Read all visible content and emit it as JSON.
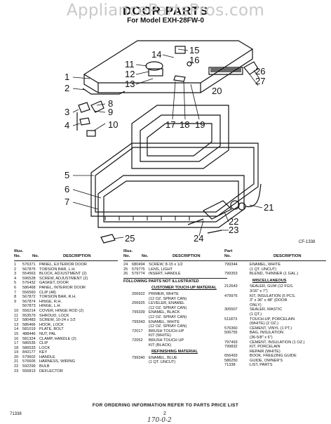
{
  "watermark": "AppliancePartsPros.com",
  "header": {
    "title": "DOOR PARTS",
    "subtitle": "For Model EXH-28FW-0"
  },
  "diagram": {
    "figure_code": "CF-1338",
    "callouts": [
      "1",
      "2",
      "3",
      "4",
      "5",
      "6",
      "7",
      "8",
      "9",
      "10",
      "11",
      "12",
      "13",
      "14",
      "15",
      "16",
      "17",
      "18",
      "19",
      "20",
      "21",
      "22",
      "23",
      "24",
      "25",
      "26",
      "27"
    ]
  },
  "table_headers": {
    "ill": "Illus.",
    "no": "No.",
    "part": "Part",
    "part_no": "No.",
    "desc": "DESCRIPTION"
  },
  "parts_col1": [
    {
      "k": "1",
      "p": "576371",
      "d": "PANEL, EXTERIOR DOOR"
    },
    {
      "k": "2",
      "p": "567875",
      "d": "TORSION BAR, L.H."
    },
    {
      "k": "3",
      "p": "554563",
      "d": "BLOCK, ADJUSTMENT (2)"
    },
    {
      "k": "4",
      "p": "596528",
      "d": "SCREW, ADJUSTMENT (2)"
    },
    {
      "k": "5",
      "p": "576432",
      "d": "GASKET, DOOR"
    },
    {
      "k": "6",
      "p": "586468",
      "d": "PANEL, INTERIOR DOOR"
    },
    {
      "k": "7",
      "p": "556560",
      "d": "CLIP (48)"
    },
    {
      "k": "8",
      "p": "567872",
      "d": "TORSION BAR, R.H."
    },
    {
      "k": "9",
      "p": "567874",
      "d": "HINGE, R.H."
    },
    {
      "k": "",
      "p": "567873",
      "d": "HINGE, L.H."
    },
    {
      "k": "10",
      "p": "556214",
      "d": "COVER, HINGE ROD (2)"
    },
    {
      "k": "11",
      "p": "553579",
      "d": "SHROUD, LOCK"
    },
    {
      "k": "12",
      "p": "580483",
      "d": "SCREW, 10-24 x 1/2"
    },
    {
      "k": "13",
      "p": "586466",
      "d": "HOOK, LOCK"
    },
    {
      "k": "14",
      "p": "581019",
      "d": "PLATE, BOLT"
    },
    {
      "k": "15",
      "p": "488446",
      "d": "NUT, PAL"
    },
    {
      "k": "16",
      "p": "581324",
      "d": "CLAMP, HANDLE (2)"
    },
    {
      "k": "17",
      "p": "586535",
      "d": "CLIP"
    },
    {
      "k": "18",
      "p": "586533",
      "d": "LOCK"
    },
    {
      "k": "19",
      "p": "843177",
      "d": "KEY"
    },
    {
      "k": "20",
      "p": "579602",
      "d": "HANDLE"
    },
    {
      "k": "21",
      "p": "576605",
      "d": "HARNESS, WIRING"
    },
    {
      "k": "22",
      "p": "592299",
      "d": "BULB"
    },
    {
      "k": "23",
      "p": "556813",
      "d": "DEFLECTOR"
    }
  ],
  "parts_col2": [
    {
      "k": "24",
      "p": "680494",
      "d": "SCREW, 8-15 x 1/2"
    },
    {
      "k": "25",
      "p": "579775",
      "d": "LENS, LIGHT"
    },
    {
      "k": "26",
      "p": "579774",
      "d": "INSERT, HANDLE"
    }
  ],
  "not_illustrated": "FOLLOWING PARTS NOT ILLUSTRATED",
  "section_touchup": "CUSTOMER TOUCH-UP MATERIAL",
  "touchup_items": [
    {
      "p": "206922",
      "lines": [
        "PRIMER, WHITE",
        "(12 OZ. SPRAY CAN)"
      ]
    },
    {
      "p": "206925",
      "lines": [
        "LEVELER, ENAMEL",
        "(12 OZ. SPRAY CAN)"
      ]
    },
    {
      "p": "799339",
      "lines": [
        "ENAMEL, BLACK",
        "(12 OZ. SPRAY CAN)"
      ]
    },
    {
      "p": "799343",
      "lines": [
        "ENAMEL, WHITE",
        "(12 OZ. SPRAY CAN)"
      ]
    },
    {
      "p": "72017",
      "lines": [
        "BRUSH TOUCH-UP",
        "KIT (WHITE)"
      ]
    },
    {
      "p": "72052",
      "lines": [
        "BRUSH TOUCH UP",
        "KIT (BLACK)"
      ]
    }
  ],
  "section_refinishing": "REFINISHING MATERIAL",
  "refinishing_items": [
    {
      "p": "799340",
      "lines": [
        "ENAMEL, BLUE",
        "(1 QT. UNCUT)"
      ]
    }
  ],
  "col3_top": [
    {
      "p": "799344",
      "lines": [
        "ENAMEL, WHITE",
        "(1 QT. UNCUT)"
      ]
    },
    {
      "p": "799353",
      "lines": [
        "BLEND, THINNER (1 GAL.)"
      ]
    }
  ],
  "section_misc": "MISCELLANEOUS",
  "misc_items": [
    {
      "p": "212643",
      "lines": [
        "SEALER, GUM (12 FGS.",
        "3/16\" x 7\")"
      ]
    },
    {
      "p": "479976",
      "lines": [
        "KIT, INSULATION (5 PCS.",
        "3\" x 36\" x 48\" (DOOR",
        "ONLY)"
      ]
    },
    {
      "p": "305507",
      "lines": [
        "SEALER, MASTIC",
        "(1 QT.)"
      ]
    },
    {
      "p": "511873",
      "lines": [
        "TOUCH-UP, PORCELAIN",
        "(WHITE) (2 OZ.)"
      ]
    },
    {
      "p": "576360",
      "lines": [
        "CEMENT, VINYL (1 PT.)"
      ]
    },
    {
      "p": "506755",
      "lines": [
        "BAG, INSULATION",
        "(36-5/8\" x 6\")"
      ]
    },
    {
      "p": "797493",
      "lines": [
        "CEMENT, INSULATION (1 OZ.)"
      ]
    },
    {
      "p": "799832",
      "lines": [
        "KIT, PORCELAIN",
        "REPAIR (WHITE)"
      ]
    },
    {
      "p": "656493",
      "lines": [
        "BOOK, FREEZING GUIDE"
      ]
    },
    {
      "p": "586250",
      "lines": [
        "GUIDE, OWNER'S"
      ]
    },
    {
      "p": "71338",
      "lines": [
        "LIST, PARTS"
      ]
    }
  ],
  "footer": {
    "note": "FOR ORDERING INFORMATION REFER TO PARTS PRICE LIST",
    "code": "71338",
    "page": "2",
    "handwritten": "170-0-2"
  }
}
